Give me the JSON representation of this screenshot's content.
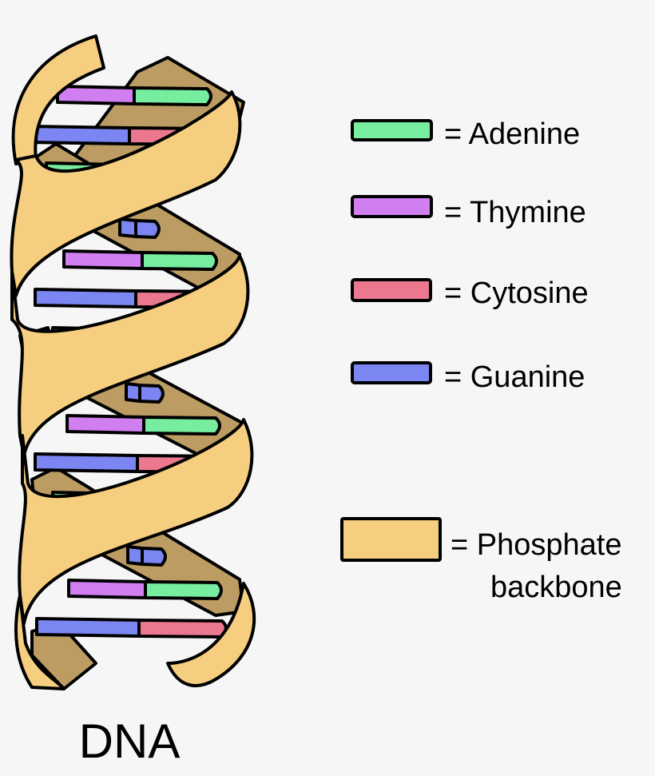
{
  "diagram": {
    "title": "DNA"
  },
  "colors": {
    "adenine": "#77ed9f",
    "thymine": "#d07ef0",
    "cytosine": "#ec7890",
    "guanine": "#7c86f2",
    "backbone_front": "#f6ce80",
    "backbone_back": "#bc9c62",
    "outline": "#000000",
    "background": "#f6f6f6"
  },
  "legend": {
    "items": [
      {
        "key": "adenine",
        "label": "= Adenine",
        "swatch": "adenine"
      },
      {
        "key": "thymine",
        "label": "= Thymine",
        "swatch": "thymine"
      },
      {
        "key": "cytosine",
        "label": "= Cytosine",
        "swatch": "cytosine"
      },
      {
        "key": "guanine",
        "label": "= Guanine",
        "swatch": "guanine"
      }
    ],
    "backbone": {
      "line1": "= Phosphate",
      "line2": "backbone",
      "swatch": "backbone_front"
    }
  }
}
